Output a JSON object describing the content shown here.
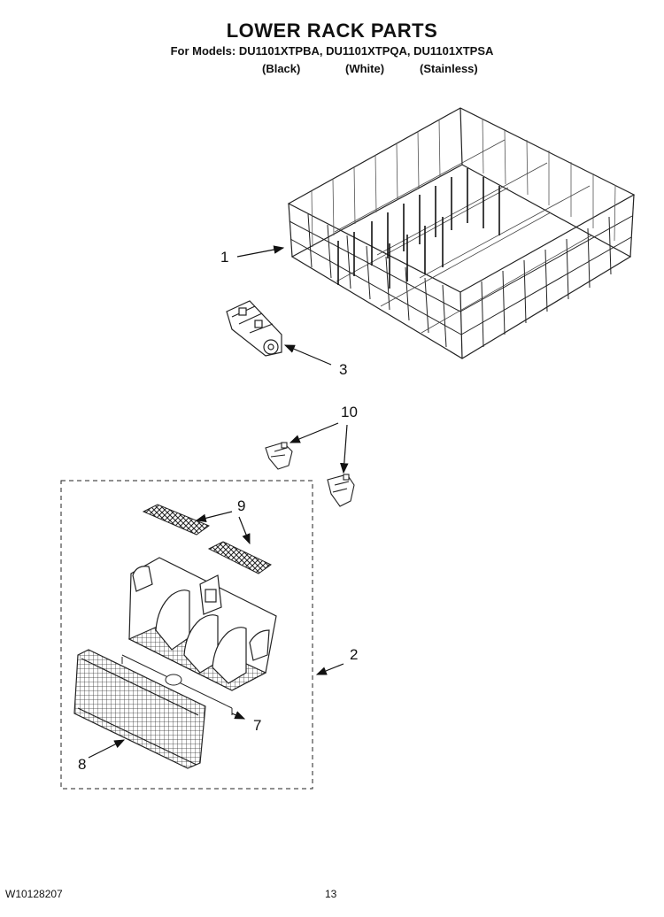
{
  "header": {
    "title": "LOWER RACK PARTS",
    "models_line": "For Models: DU1101XTPBA, DU1101XTPQA, DU1101XTPSA",
    "finishes": [
      "(Black)",
      "(White)",
      "(Stainless)"
    ]
  },
  "callouts": {
    "c1": "1",
    "c2": "2",
    "c3": "3",
    "c7": "7",
    "c8": "8",
    "c9": "9",
    "c10": "10"
  },
  "footer": {
    "doc_number": "W10128207",
    "page_number": "13"
  }
}
